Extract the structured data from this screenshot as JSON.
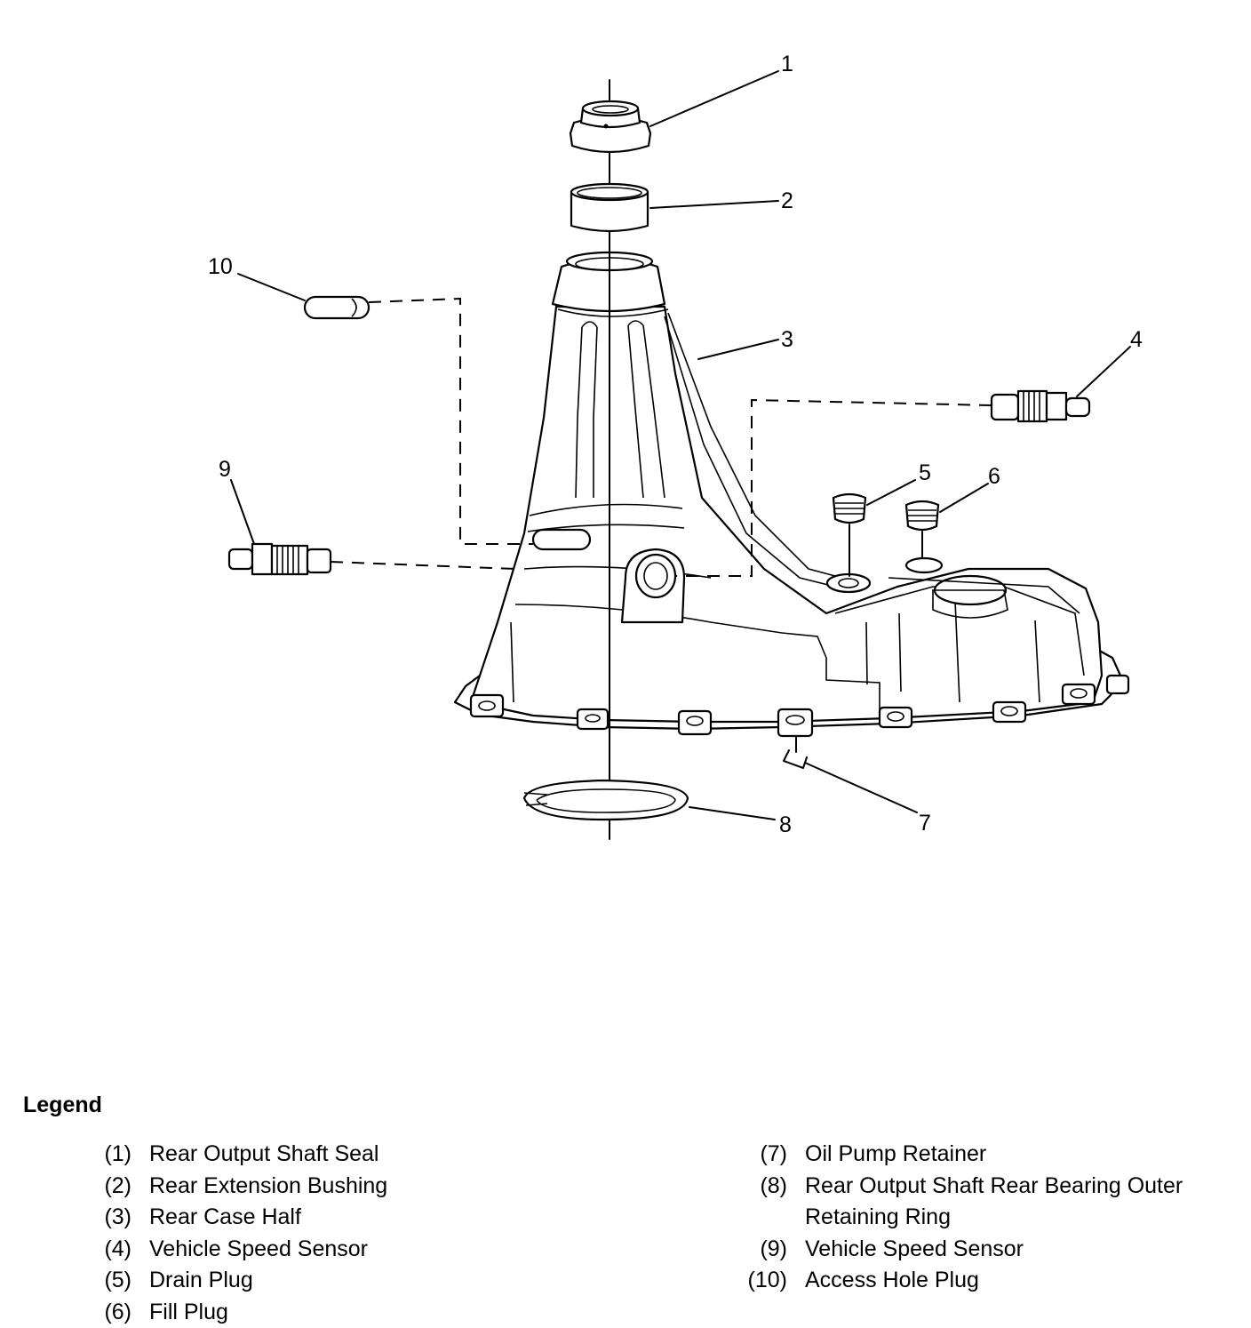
{
  "callouts": {
    "c1": "1",
    "c2": "2",
    "c3": "3",
    "c4": "4",
    "c5": "5",
    "c6": "6",
    "c7": "7",
    "c8": "8",
    "c9": "9",
    "c10": "10"
  },
  "legend": {
    "title": "Legend",
    "left": [
      {
        "num": "(1)",
        "text": "Rear Output Shaft Seal"
      },
      {
        "num": "(2)",
        "text": "Rear Extension Bushing"
      },
      {
        "num": "(3)",
        "text": "Rear Case Half"
      },
      {
        "num": "(4)",
        "text": "Vehicle Speed Sensor"
      },
      {
        "num": "(5)",
        "text": "Drain Plug"
      },
      {
        "num": "(6)",
        "text": "Fill Plug"
      }
    ],
    "right": [
      {
        "num": "(7)",
        "text": "Oil Pump Retainer"
      },
      {
        "num": "(8)",
        "text": "Rear Output Shaft Rear Bearing Outer Retaining Ring"
      },
      {
        "num": "(9)",
        "text": "Vehicle Speed Sensor"
      },
      {
        "num": "(10)",
        "text": "Access Hole Plug"
      }
    ]
  }
}
